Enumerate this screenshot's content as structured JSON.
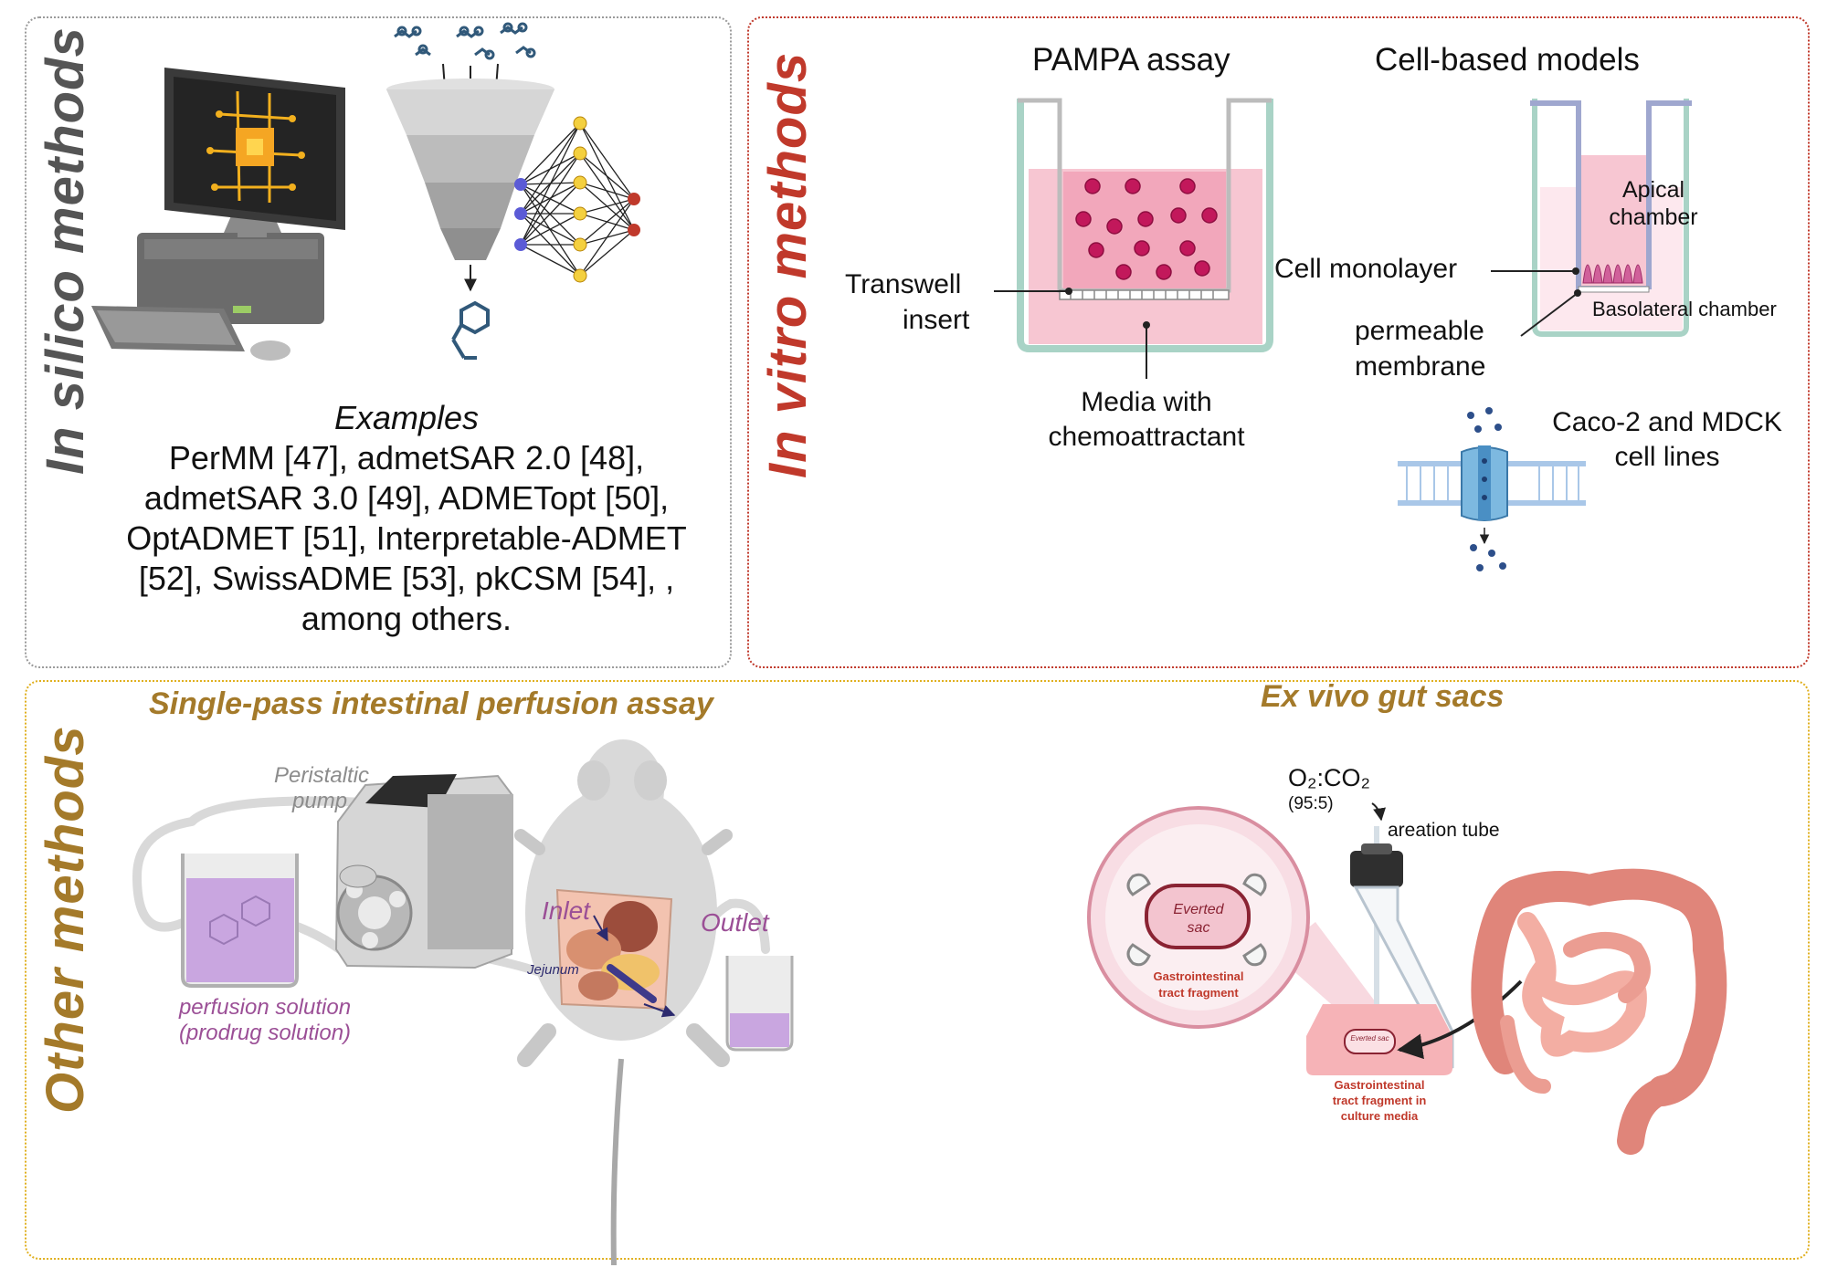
{
  "sections": {
    "silico": {
      "title": "In silico  methods",
      "examples_heading": "Examples",
      "examples_lines": [
        "PerMM [47], admetSAR 2.0 [48],",
        "admetSAR 3.0 [49], ADMETopt [50],",
        "OptADMET [51], Interpretable-ADMET",
        "[52], SwissADME [53], pkCSM [54], ,",
        "among others."
      ]
    },
    "vitro": {
      "title": "In vitro  methods",
      "pampa_title": "PAMPA assay",
      "cell_title": "Cell-based models",
      "transwell_line1": "Transwell",
      "transwell_line2": "insert",
      "media_line1": "Media with",
      "media_line2": "chemoattractant",
      "apical_line1": "Apical",
      "apical_line2": "chamber",
      "cell_monolayer": "Cell monolayer",
      "basolateral": "Basolateral chamber",
      "permeable_line1": "permeable",
      "permeable_line2": "membrane",
      "caco_line1": "Caco-2 and MDCK",
      "caco_line2": "cell lines"
    },
    "other": {
      "title": "Other  methods",
      "perfusion_title": "Single-pass intestinal perfusion assay",
      "peristaltic_line1": "Peristaltic",
      "peristaltic_line2": "pump",
      "inlet": "Inlet",
      "outlet": "Outlet",
      "jejunum": "Jejunum",
      "perfusion_line1": "perfusion solution",
      "perfusion_line2": "(prodrug solution)",
      "gut_title": "Ex vivo gut sacs",
      "o2co2": "O₂:CO₂",
      "ratio": "(95:5)",
      "aeration": "areation tube",
      "everted_line1": "Everted",
      "everted_line2": "sac",
      "everted_small": "Everted sac",
      "gi_fragment_line1": "Gastrointestinal",
      "gi_fragment_line2": "tract fragment",
      "gi_media_line1": "Gastrointestinal",
      "gi_media_line2": "tract fragment in",
      "gi_media_line3": "culture media"
    }
  },
  "colors": {
    "silico_border": "#9a9a9a",
    "vitro_accent": "#c0392b",
    "other_accent": "#a47a2a",
    "other_border": "#e0b020",
    "pink_media": "#f7c6d2",
    "cell": "#c2185b",
    "perfusion_text": "#9b4f96"
  },
  "icons": [
    "computer-icon",
    "funnel-icon",
    "neural-network-icon",
    "molecule-icon",
    "membrane-channel-icon",
    "beaker-icon",
    "pump-icon",
    "rat-icon",
    "flask-icon",
    "intestine-icon"
  ]
}
